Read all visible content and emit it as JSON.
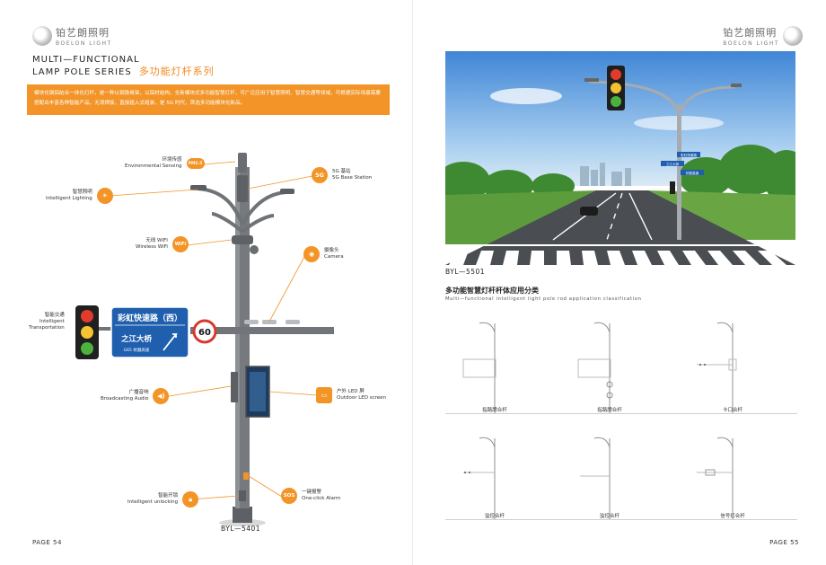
{
  "brand": {
    "cn": "铂艺朗照明",
    "en": "BOELON LIGHT"
  },
  "left": {
    "title_en_1": "MULTI—FUNCTIONAL",
    "title_en_2": "LAMP POLE SERIES",
    "title_cn": "多功能灯杆系列",
    "intro": "模块化钢铝结合一体化灯杆，是一种以钢铁骨架，以铝材结构，全新模块式多功能智慧灯杆，可广泛应用于智慧照明、智慧交通等领域，可根据实际场景需要搭配出丰富各种智能产品，无须焊接，直接插入式组装，是 5G 时代，首选多功能模块化新品。",
    "features": {
      "env": {
        "cn": "环境传感",
        "en": "Environmental Sensing",
        "icon": "PM2.5"
      },
      "lighting": {
        "cn": "智慧照明",
        "en": "Intelligent Lighting"
      },
      "wifi": {
        "cn": "无线 WIFI",
        "en": "Wireless WiFi",
        "icon": "WiFi"
      },
      "traffic": {
        "cn": "智能交通",
        "en1": "Intelligent",
        "en2": "Transportation"
      },
      "broadcast": {
        "cn": "广播音响",
        "en": "Broadcasting Audio"
      },
      "unlock": {
        "cn": "智能开锁",
        "en": "Intelligent unlocking"
      },
      "fiveg": {
        "cn": "5G 基站",
        "en": "5G Base Station",
        "icon": "5G"
      },
      "camera": {
        "cn": "摄像头",
        "en": "Camera"
      },
      "led": {
        "cn": "户外 LED 屏",
        "en": "Outdoor LED screen"
      },
      "sos": {
        "cn": "一键报警",
        "en": "One-click Alarm",
        "icon": "SOS"
      }
    },
    "sign": {
      "top": "彩虹快速路（西）",
      "mid": "之江大桥",
      "bottom": "G65 杭徽高速",
      "speed": "60"
    },
    "model": "BYL—5401",
    "page": "PAGE 54"
  },
  "right": {
    "photo_signs": [
      "彩虹快速路",
      "之江大桥",
      "杭徽高速"
    ],
    "model": "BYL—5501",
    "section_title": "多功能智慧灯杆杆体应用分类",
    "section_sub": "Multi—functional intelligent light pole rod application classification",
    "variants": [
      "指路牌合杆",
      "指路牌合杆",
      "卡口合杆",
      "监控合杆",
      "监控合杆",
      "信号灯合杆"
    ],
    "page": "PAGE 55"
  },
  "colors": {
    "accent": "#f29427",
    "pole": "#6f7377",
    "sign_blue": "#1f5fae"
  }
}
